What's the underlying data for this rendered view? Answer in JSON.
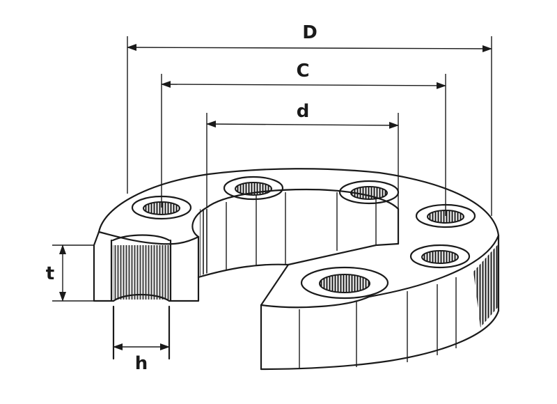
{
  "figure": {
    "dimensions": [
      {
        "key": "outer_diameter",
        "label": "D"
      },
      {
        "key": "bolt_circle",
        "label": "C"
      },
      {
        "key": "bore",
        "label": "d"
      },
      {
        "key": "thickness",
        "label": "t"
      },
      {
        "key": "hole_diameter",
        "label": "h"
      }
    ],
    "bolt_hole_count_visible": 7,
    "colors": {
      "ink": "#1a1a1a",
      "background": "#ffffff"
    }
  }
}
